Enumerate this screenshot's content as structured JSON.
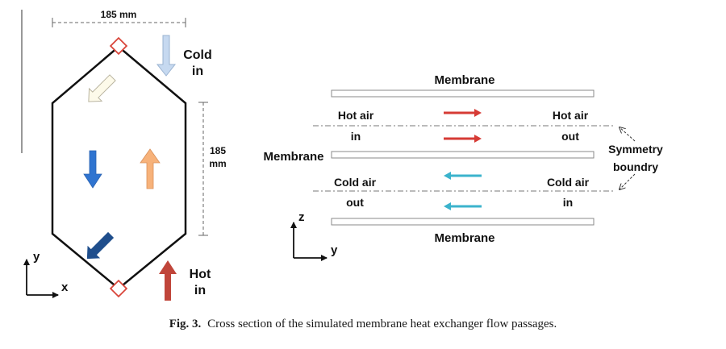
{
  "left_panel": {
    "width_label": "185 mm",
    "height_label_line1": "185",
    "height_label_line2": "mm",
    "cold_in_line1": "Cold",
    "cold_in_line2": "in",
    "hot_in_line1": "Hot",
    "hot_in_line2": "in",
    "axis_x": "x",
    "axis_y": "y"
  },
  "right_panel": {
    "membrane_top": "Membrane",
    "membrane_middle": "Membrane",
    "membrane_bottom": "Membrane",
    "hot_air_in_line1": "Hot air",
    "hot_air_in_line2": "in",
    "hot_air_out_line1": "Hot air",
    "hot_air_out_line2": "out",
    "cold_air_out_line1": "Cold air",
    "cold_air_out_line2": "out",
    "cold_air_in_line1": "Cold air",
    "cold_air_in_line2": "in",
    "symmetry_line1": "Symmetry",
    "symmetry_line2": "boundry",
    "axis_z": "z",
    "axis_y": "y"
  },
  "caption": {
    "label": "Fig. 3.",
    "text": "Cross section of the simulated membrane heat exchanger flow passages."
  },
  "colors": {
    "outline": "#111111",
    "corner_marker": "#d9453a",
    "cold_in_arrow": "#c6d9f0",
    "return_arrow_light": "#fdfaea",
    "down_arrow_blue": "#2f74d0",
    "up_arrow_orange": "#f7b27a",
    "dark_blue_arrow": "#1f4e8c",
    "hot_in_arrow": "#c0453a",
    "hot_flow_arrow": "#d63b35",
    "cold_flow_arrow": "#3bb3cc",
    "membrane_stroke": "#888888"
  }
}
